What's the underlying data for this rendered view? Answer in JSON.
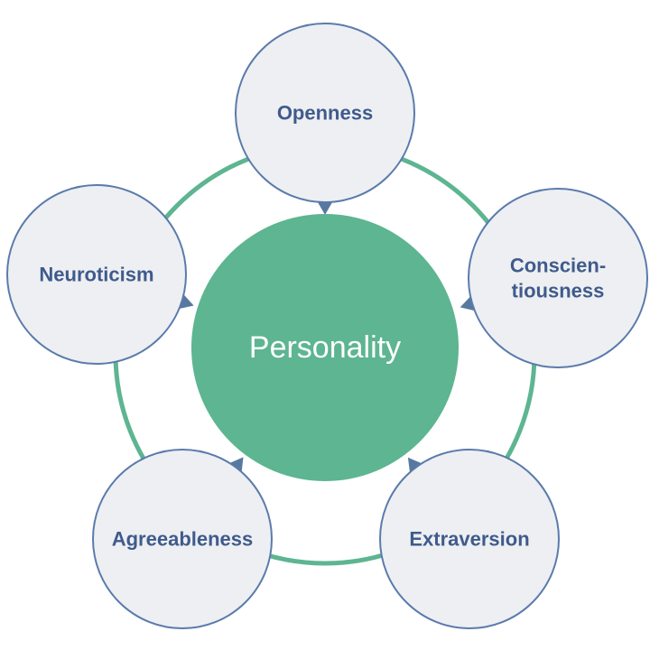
{
  "center": {
    "label": "Personality"
  },
  "traits": [
    {
      "id": "openness",
      "lines": [
        "Openness"
      ]
    },
    {
      "id": "conscientiousness",
      "lines": [
        "Conscien-",
        "tiousness"
      ]
    },
    {
      "id": "extraversion",
      "lines": [
        "Extraversion"
      ]
    },
    {
      "id": "agreeableness",
      "lines": [
        "Agreeableness"
      ]
    },
    {
      "id": "neuroticism",
      "lines": [
        "Neuroticism"
      ]
    }
  ],
  "colors": {
    "ring": "#5db591",
    "center_fill": "#5db591",
    "center_text": "#ffffff",
    "node_fill": "#eeeff2",
    "node_stroke": "#5a7bac",
    "node_text": "#3f5b8c",
    "pointer": "#58799f"
  }
}
